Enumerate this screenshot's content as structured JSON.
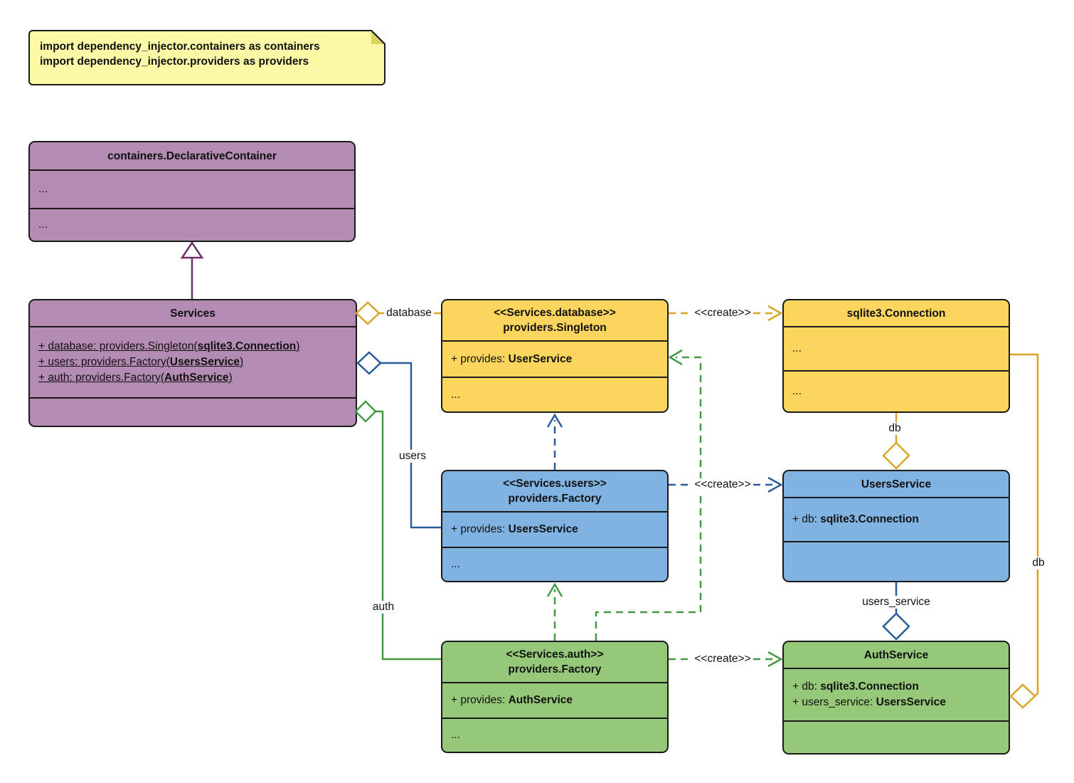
{
  "note": {
    "line1": "import dependency_injector.containers as containers",
    "line2": "import dependency_injector.providers as providers"
  },
  "classes": {
    "declarative_container": {
      "title": "containers.DeclarativeContainer",
      "row1": "...",
      "row2": "..."
    },
    "services": {
      "title": "Services",
      "attr1": {
        "pre": "+ database: providers.Singleton(",
        "bold": "sqlite3.Connection",
        "post": ")"
      },
      "attr2": {
        "pre": "+ users: providers.Factory(",
        "bold": "UsersService",
        "post": ")"
      },
      "attr3": {
        "pre": "+ auth: providers.Factory(",
        "bold": "AuthService",
        "post": ")"
      }
    },
    "database_singleton": {
      "stereotype": "<<Services.database>>",
      "title": "providers.Singleton",
      "member": {
        "pre": "+ provides: ",
        "bold": "UserService"
      },
      "more": "..."
    },
    "sqlite_connection": {
      "title": "sqlite3.Connection",
      "row1": "...",
      "row2": "..."
    },
    "users_factory": {
      "stereotype": "<<Services.users>>",
      "title": "providers.Factory",
      "member": {
        "pre": "+ provides: ",
        "bold": "UsersService"
      },
      "more": "..."
    },
    "users_service": {
      "title": "UsersService",
      "member": {
        "pre": "+ db: ",
        "bold": "sqlite3.Connection"
      }
    },
    "auth_factory": {
      "stereotype": "<<Services.auth>>",
      "title": "providers.Factory",
      "member": {
        "pre": "+ provides: ",
        "bold": "AuthService"
      },
      "more": "..."
    },
    "auth_service": {
      "title": "AuthService",
      "member1": {
        "pre": "+ db: ",
        "bold": "sqlite3.Connection"
      },
      "member2": {
        "pre": "+ users_service: ",
        "bold": "UsersService"
      }
    }
  },
  "edges": {
    "database_label": "database",
    "users_label": "users",
    "auth_label": "auth",
    "create_label": "<<create>>",
    "db_label": "db",
    "db_right_label": "db",
    "users_service_label": "users_service"
  },
  "colors": {
    "purple_fill": "#b48cb3",
    "yellow_fill": "#fbd55e",
    "blue_fill": "#80b3e2",
    "green_fill": "#95c878",
    "note_fill": "#fbf9a6",
    "border": "#1a1a1a",
    "orange_line": "#d9a527",
    "blue_line": "#2a5c9a",
    "green_line": "#449944",
    "purple_line": "#6e316e"
  }
}
